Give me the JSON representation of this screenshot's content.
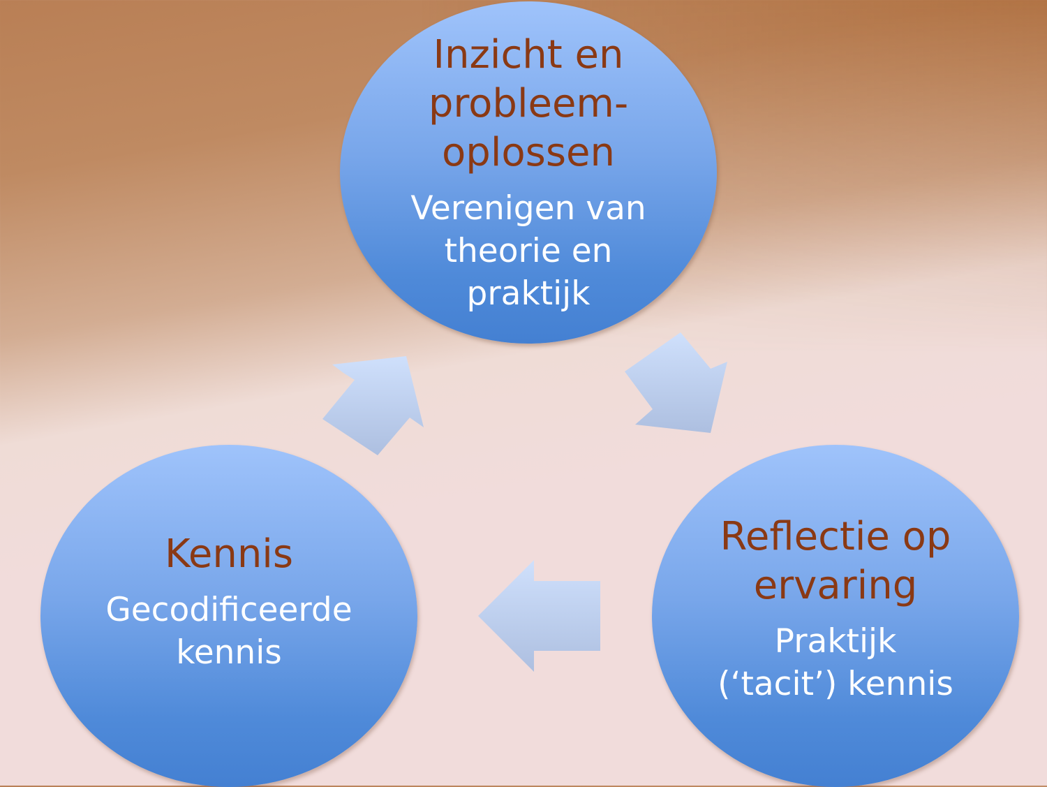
{
  "nodes": [
    {
      "title": "Inzicht en probleem-oplossen",
      "title_lines": [
        "Inzicht en",
        "probleem-",
        "oplossen"
      ],
      "subtitle_lines": [
        "Verenigen van",
        "theorie en",
        "praktijk"
      ]
    },
    {
      "title_lines": [
        "Kennis"
      ],
      "subtitle_lines": [
        "Gecodificeerde",
        "kennis"
      ]
    },
    {
      "title_lines": [
        "Reflectie op",
        "ervaring"
      ],
      "subtitle_lines": [
        "Praktijk",
        "(‘tacit’) kennis"
      ]
    }
  ],
  "colors": {
    "title": "#8a3914",
    "subtitle": "#ffffff",
    "circle": "#6a9be3",
    "arrow": "#c4d3ef"
  }
}
